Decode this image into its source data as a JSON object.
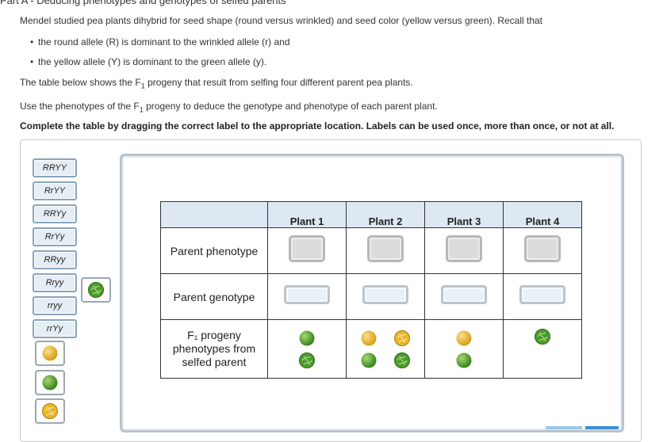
{
  "title": "Part A - Deducing phenotypes and genotypes of selfed parents",
  "intro": "Mendel studied pea plants dihybrid for seed shape (round versus wrinkled) and seed color (yellow versus green). Recall that",
  "bullets": [
    {
      "a": "the round allele (",
      "b": "R",
      "c": ") is dominant to the wrinkled allele (",
      "d": "r",
      "e": ") and"
    },
    {
      "a": "the yellow allele (",
      "b": "Y",
      "c": ") is dominant to the green allele (",
      "d": "y",
      "e": ")."
    }
  ],
  "table_desc": {
    "a": "The table below shows the F",
    "sub": "1",
    "b": " progeny that result from selfing four different parent pea plants."
  },
  "use_text": {
    "a": "Use the phenotypes of the F",
    "sub": "1",
    "b": " progeny to deduce the genotype and phenotype of each parent plant."
  },
  "instruction": "Complete the table by dragging the correct label to the appropriate location. Labels can be used once, more than once, or not at all.",
  "labels": [
    "RRYY",
    "RrYY",
    "RRYy",
    "RrYy",
    "RRyy",
    "Rryy",
    "rryy",
    "rrYy"
  ],
  "pea_labels": [
    "yellow-round",
    "green-round",
    "yellow-wrinkled",
    "green-wrinkled"
  ],
  "table": {
    "columns": [
      "Plant 1",
      "Plant 2",
      "Plant 3",
      "Plant 4"
    ],
    "rows": [
      "Parent phenotype",
      "Parent genotype"
    ],
    "progeny_label": "F₁ progeny phenotypes from selfed parent",
    "progeny": [
      [
        "green-round",
        "green-wrinkled"
      ],
      [
        "yellow-round",
        "yellow-wrinkled",
        "green-round",
        "green-wrinkled"
      ],
      [
        "yellow-round",
        "green-round"
      ],
      [
        "green-wrinkled"
      ]
    ]
  },
  "colors": {
    "yellow": "#e9b52a",
    "green": "#4d9b2c",
    "label_border": "#8aa4bc",
    "accent": "#3a8fd6"
  }
}
